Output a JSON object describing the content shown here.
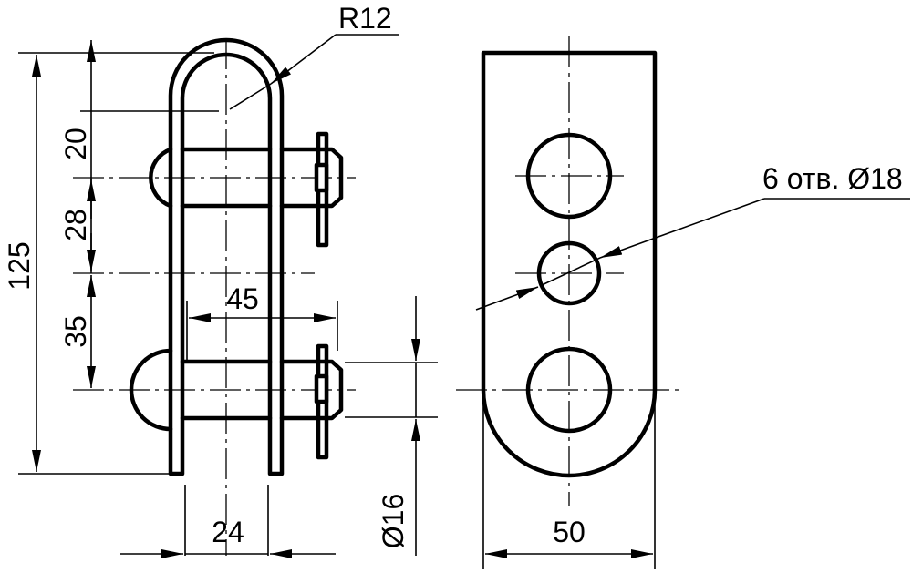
{
  "drawing": {
    "dimensions": {
      "radius": "R12",
      "total_height": "125",
      "spacing_top": "20",
      "spacing_mid": "28",
      "spacing_bottom": "35",
      "pin_length": "45",
      "inner_width": "24",
      "pin_diameter": "Ø16",
      "plate_width": "50",
      "holes": "6 отв. Ø18"
    }
  }
}
